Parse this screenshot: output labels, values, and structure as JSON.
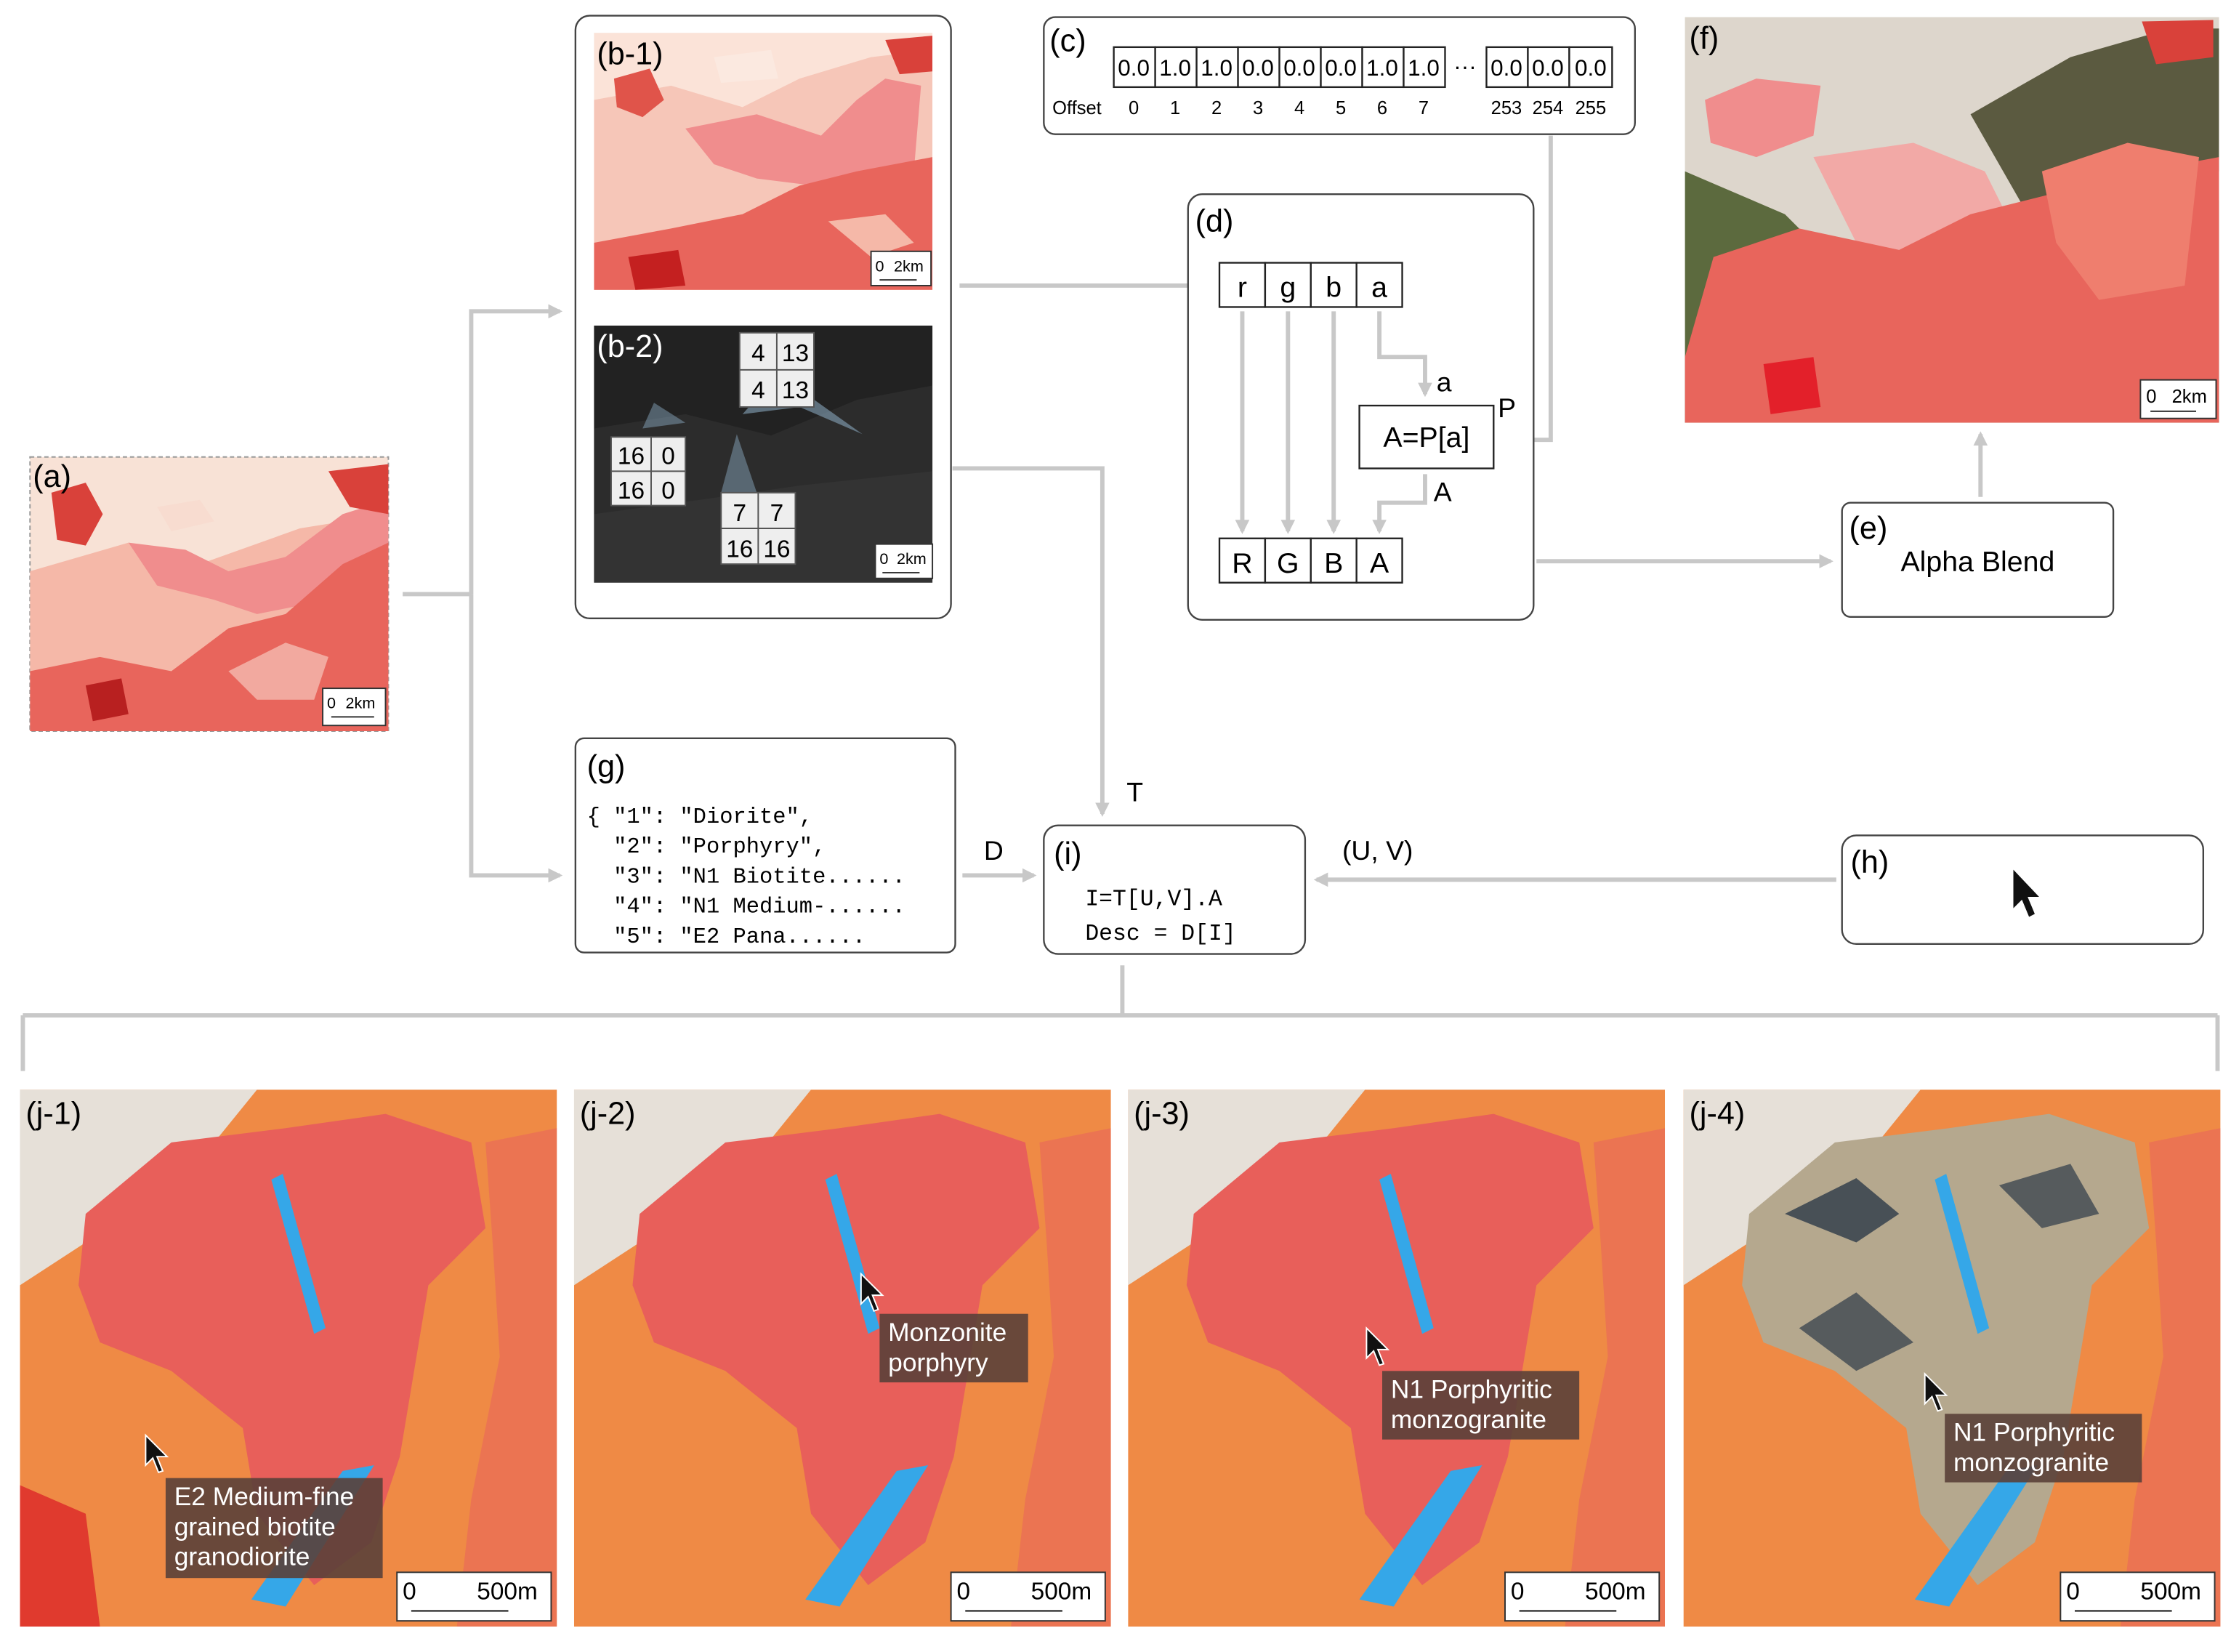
{
  "panels": {
    "a": "(a)",
    "b1": "(b-1)",
    "b2": "(b-2)",
    "c": "(c)",
    "d": "(d)",
    "e": "(e)",
    "f": "(f)",
    "g": "(g)",
    "h": "(h)",
    "i": "(i)",
    "j1": "(j-1)",
    "j2": "(j-2)",
    "j3": "(j-3)",
    "j4": "(j-4)"
  },
  "scale": {
    "km_zero": "0",
    "km_label": "2km",
    "m_zero": "0",
    "m_label": "500m"
  },
  "palette": {
    "offset_label": "Offset",
    "values": [
      "0.0",
      "1.0",
      "1.0",
      "0.0",
      "0.0",
      "0.0",
      "1.0",
      "1.0"
    ],
    "offsets": [
      "0",
      "1",
      "2",
      "3",
      "4",
      "5",
      "6",
      "7"
    ],
    "ellipsis": "···",
    "tail_values": [
      "0.0",
      "0.0",
      "0.0"
    ],
    "tail_offsets": [
      "253",
      "254",
      "255"
    ]
  },
  "pixel_values": {
    "group1": [
      "4",
      "13",
      "4",
      "13"
    ],
    "group2": [
      "16",
      "0",
      "16",
      "0"
    ],
    "group3": [
      "7",
      "7",
      "16",
      "16"
    ]
  },
  "channels": {
    "input": [
      "r",
      "g",
      "b",
      "a"
    ],
    "output": [
      "R",
      "G",
      "B",
      "A"
    ],
    "formula": "A=P[a]",
    "label_a": "a",
    "label_P": "P",
    "label_A": "A"
  },
  "blend_label": "Alpha Blend",
  "dictionary_lines": [
    "{ \"1\": \"Diorite\",",
    "  \"2\": \"Porphyry\",",
    "  \"3\": \"N1 Biotite......",
    "  \"4\": \"N1 Medium-......",
    "  \"5\": \"E2 Pana......"
  ],
  "lookup_lines": [
    "I=T[U,V].A",
    "Desc = D[I]"
  ],
  "arrow_labels": {
    "T": "T",
    "D": "D",
    "UV": "(U, V)"
  },
  "tooltips": {
    "j1": [
      "E2 Medium-fine",
      "grained biotite",
      "granodiorite"
    ],
    "j2": [
      "Monzonite",
      "porphyry"
    ],
    "j3": [
      "N1 Porphyritic",
      "monzogranite"
    ],
    "j4": [
      "N1 Porphyritic",
      "monzogranite"
    ]
  },
  "colors": {
    "arrow": "#c8c8c8",
    "map_dark_red": "#d9413a",
    "map_red": "#e8655c",
    "map_pink": "#f08d8d",
    "map_salmon": "#f5b8a8",
    "map_light": "#f8dcd0",
    "map_orange": "#ef8a45",
    "dike_blue": "#35a7e8",
    "satellite_tan": "#b5a88e"
  }
}
